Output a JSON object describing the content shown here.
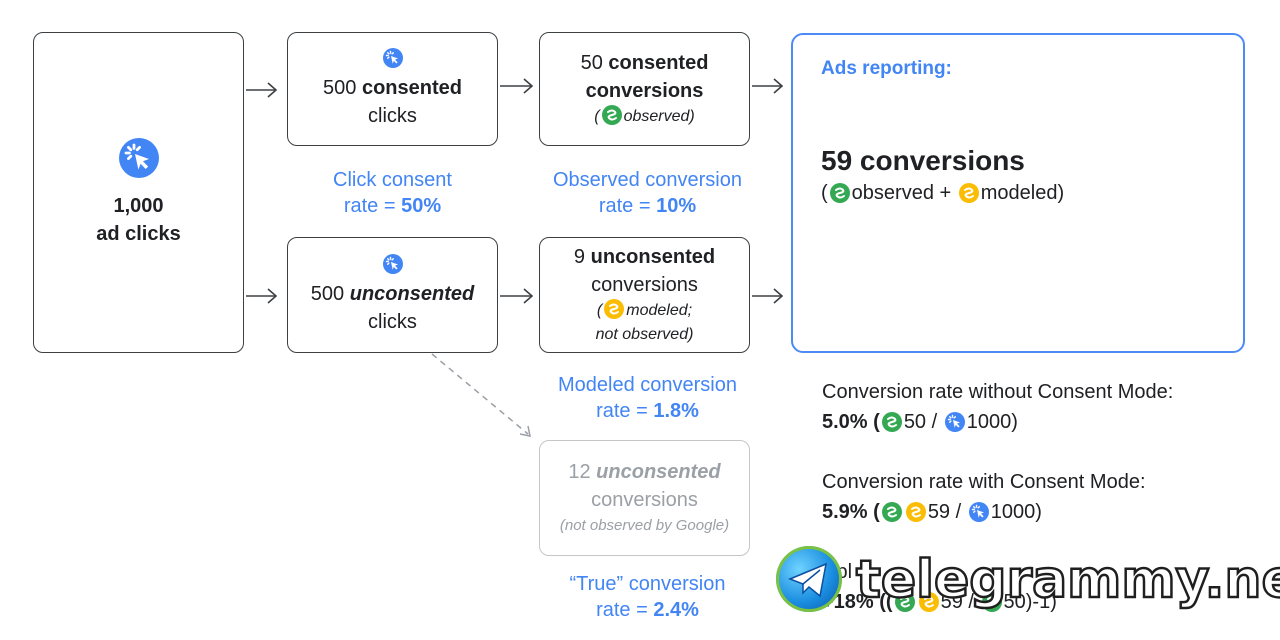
{
  "colors": {
    "blue": "#4285f4",
    "green": "#34a853",
    "yellow": "#fbbc04",
    "border": "#3c4043",
    "ads_border": "#4c8bf5",
    "grey": "#9aa0a6"
  },
  "icons": {
    "click": "click-icon",
    "observed": "observed-icon",
    "modeled": "modeled-icon"
  },
  "ad_clicks": {
    "count": "1,000",
    "label": "ad clicks"
  },
  "consented_clicks": {
    "count": "500",
    "bold": "consented",
    "suffix": "clicks"
  },
  "unconsented_clicks": {
    "count": "500",
    "bold": "unconsented",
    "suffix": "clicks"
  },
  "consented_conversions": {
    "count": "50",
    "bold": "consented",
    "line2": "conversions",
    "note_open": "(",
    "note": "observed)"
  },
  "unconsented_conversions": {
    "count": "9",
    "bold": "unconsented",
    "line2": "conversions",
    "note_open": "(",
    "note": "modeled;",
    "note2": "not observed)"
  },
  "true_conversions": {
    "count": "12",
    "bold": "unconsented",
    "line2": "conversions",
    "note": "(not observed by Google)"
  },
  "captions": {
    "click_consent": {
      "line1": "Click consent",
      "line2": "rate = ",
      "value": "50%"
    },
    "observed": {
      "line1": "Observed conversion",
      "line2": "rate = ",
      "value": "10%"
    },
    "modeled": {
      "line1": "Modeled conversion",
      "line2": "rate = ",
      "value": "1.8%"
    },
    "true": {
      "line1": "“True” conversion",
      "line2": "rate = ",
      "value": "2.4%"
    }
  },
  "ads_reporting": {
    "title": "Ads reporting:",
    "headline": "59 conversions",
    "sub_open": "(",
    "sub_observed": "observed +",
    "sub_modeled": "modeled)"
  },
  "rate_without": {
    "label": "Conversion rate without Consent Mode:",
    "value": "5.0% (",
    "num": "50 /",
    "den": "1000)"
  },
  "rate_with": {
    "label": "Conversion rate with Consent Mode:",
    "value": "5.9% (",
    "num": "59 /",
    "den": "1000)"
  },
  "uplift": {
    "label": "Upl",
    "value": "+18% ((",
    "num": "59 /",
    "den": "50)-1)"
  },
  "watermark": {
    "text": "telegrammy.net"
  }
}
